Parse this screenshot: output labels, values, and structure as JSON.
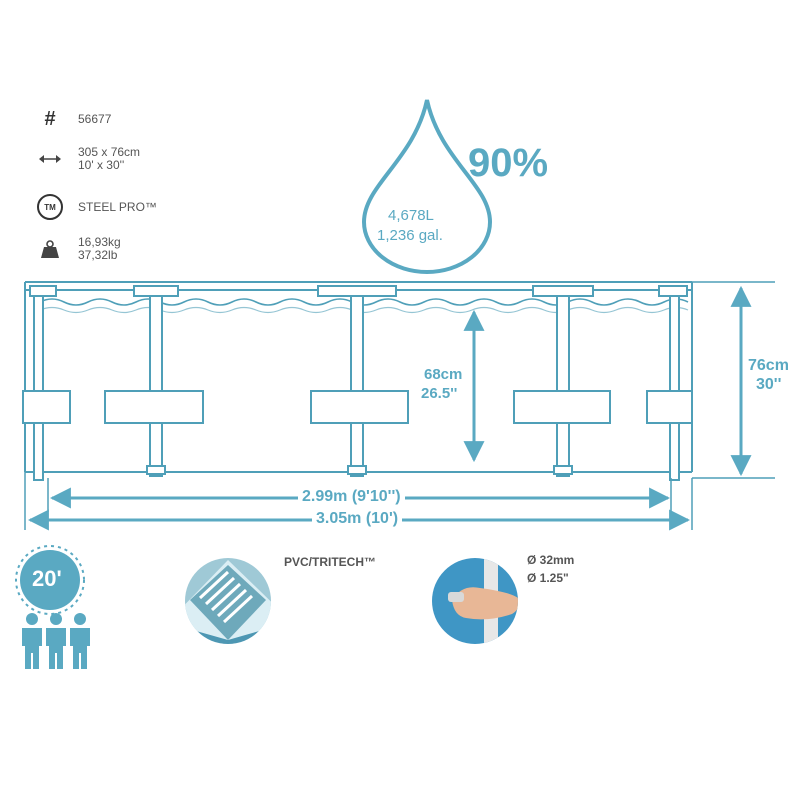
{
  "specs": {
    "model_symbol": "#",
    "model_number": "56677",
    "size_metric": "305 x 76cm",
    "size_imperial": "10' x 30''",
    "frame_symbol": "TM",
    "frame_name": "STEEL PRO™",
    "weight_kg": "16,93kg",
    "weight_lb": "37,32lb"
  },
  "water": {
    "fill_percent": "90%",
    "volume_liters": "4,678L",
    "volume_gallons": "1,236 gal."
  },
  "dimensions": {
    "water_height_cm": "68cm",
    "water_height_in": "26.5''",
    "wall_height_cm": "76cm",
    "wall_height_in": "30''",
    "inner_diameter": "2.99m (9'10'')",
    "outer_diameter": "3.05m (10')"
  },
  "features": {
    "setup_minutes": "20'",
    "material": "PVC/TRITECH™",
    "frame_diameter_mm": "Ø 32mm",
    "frame_diameter_in": "Ø 1.25\""
  },
  "colors": {
    "accent": "#5aa9c2",
    "pool_line": "#4f9fb8",
    "text_gray": "#555555"
  }
}
